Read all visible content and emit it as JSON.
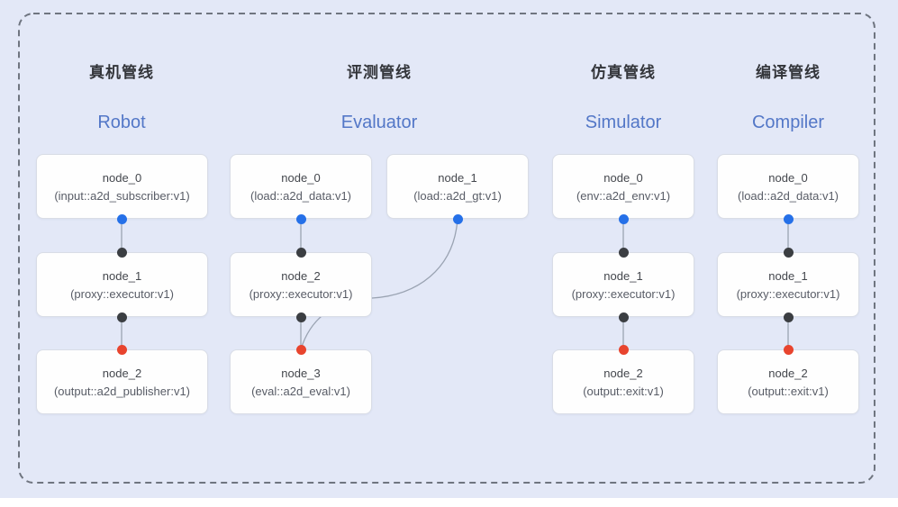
{
  "diagram": {
    "description_colors": {
      "background": "#e3e8f7",
      "dashed_border": "#6f7580",
      "node_background": "#fefefe",
      "node_border": "#d9dde6",
      "connector_line": "#9aa3b2",
      "dot_output_blue": "#2570e8",
      "dot_mid_dark": "#3b3e42",
      "dot_input_red": "#e8442e",
      "title_zh_color": "#33353a",
      "title_en_color": "#5377c7"
    },
    "pipelines": [
      {
        "title_zh": "真机管线",
        "title_en": "Robot",
        "nodes": [
          {
            "name": "node_0",
            "impl": "(input::a2d_subscriber:v1)"
          },
          {
            "name": "node_1",
            "impl": "(proxy::executor:v1)"
          },
          {
            "name": "node_2",
            "impl": "(output::a2d_publisher:v1)"
          }
        ]
      },
      {
        "title_zh": "评测管线",
        "title_en": "Evaluator",
        "nodes": [
          {
            "name": "node_0",
            "impl": "(load::a2d_data:v1)"
          },
          {
            "name": "node_1",
            "impl": "(load::a2d_gt:v1)"
          },
          {
            "name": "node_2",
            "impl": "(proxy::executor:v1)"
          },
          {
            "name": "node_3",
            "impl": "(eval::a2d_eval:v1)"
          }
        ]
      },
      {
        "title_zh": "仿真管线",
        "title_en": "Simulator",
        "nodes": [
          {
            "name": "node_0",
            "impl": "(env::a2d_env:v1)"
          },
          {
            "name": "node_1",
            "impl": "(proxy::executor:v1)"
          },
          {
            "name": "node_2",
            "impl": "(output::exit:v1)"
          }
        ]
      },
      {
        "title_zh": "编译管线",
        "title_en": "Compiler",
        "nodes": [
          {
            "name": "node_0",
            "impl": "(load::a2d_data:v1)"
          },
          {
            "name": "node_1",
            "impl": "(proxy::executor:v1)"
          },
          {
            "name": "node_2",
            "impl": "(output::exit:v1)"
          }
        ]
      }
    ]
  }
}
